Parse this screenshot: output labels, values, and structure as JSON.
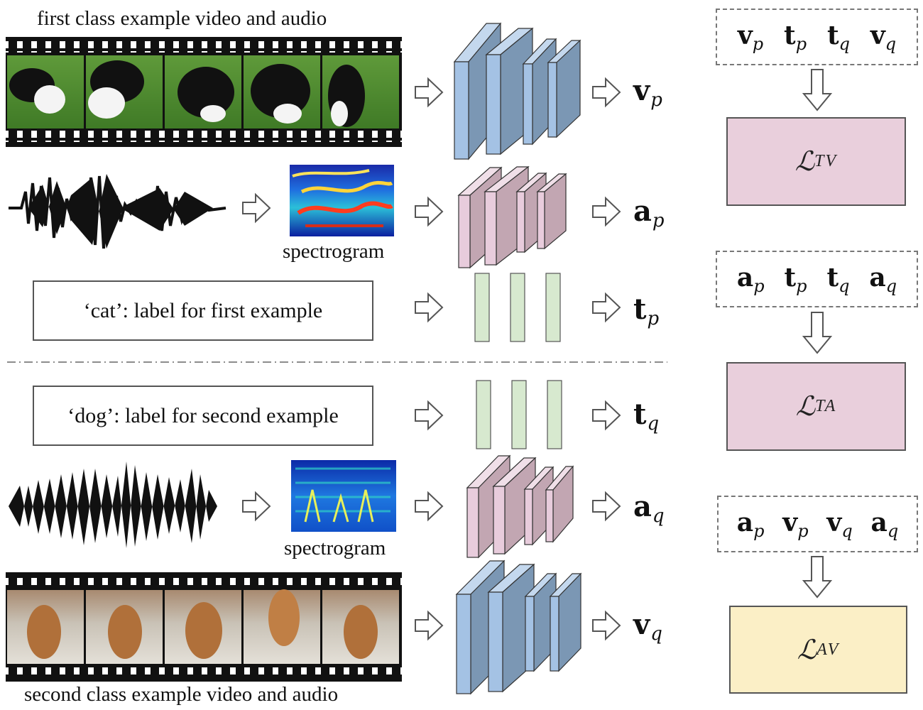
{
  "captions": {
    "top": "first class example video and audio",
    "bottom": "second class example video and audio",
    "spectrogram_1": "spectrogram",
    "spectrogram_2": "spectrogram"
  },
  "labels": {
    "first": "‘cat’: label for first example",
    "second": "‘dog’: label for second example"
  },
  "outputs": [
    {
      "base": "v",
      "sub": "p"
    },
    {
      "base": "a",
      "sub": "p"
    },
    {
      "base": "t",
      "sub": "p"
    },
    {
      "base": "t",
      "sub": "q"
    },
    {
      "base": "a",
      "sub": "q"
    },
    {
      "base": "v",
      "sub": "q"
    }
  ],
  "tuples": [
    [
      {
        "base": "v",
        "sub": "p"
      },
      {
        "base": "t",
        "sub": "p"
      },
      {
        "base": "t",
        "sub": "q"
      },
      {
        "base": "v",
        "sub": "q"
      }
    ],
    [
      {
        "base": "a",
        "sub": "p"
      },
      {
        "base": "t",
        "sub": "p"
      },
      {
        "base": "t",
        "sub": "q"
      },
      {
        "base": "a",
        "sub": "q"
      }
    ],
    [
      {
        "base": "a",
        "sub": "p"
      },
      {
        "base": "v",
        "sub": "p"
      },
      {
        "base": "v",
        "sub": "q"
      },
      {
        "base": "a",
        "sub": "q"
      }
    ]
  ],
  "losses": [
    {
      "symbol": "ℒ",
      "sub": "TV"
    },
    {
      "symbol": "ℒ",
      "sub": "TA"
    },
    {
      "symbol": "ℒ",
      "sub": "AV"
    }
  ],
  "colors": {
    "video_encoder_front": "#a4c2e4",
    "video_encoder_side": "#7b97b4",
    "audio_encoder_front": "#e8ccdc",
    "audio_encoder_side": "#c2a6b2",
    "text_encoder": "#d7e9cf",
    "loss_tv": "#e9cfdc",
    "loss_ta": "#e9cfdc",
    "loss_av": "#fbefc6"
  },
  "icons": {
    "film_strip": "film-strip-icon",
    "waveform": "waveform-icon",
    "spectrogram": "spectrogram-image",
    "arrow": "arrow-right-icon",
    "down_arrow": "arrow-down-icon"
  }
}
